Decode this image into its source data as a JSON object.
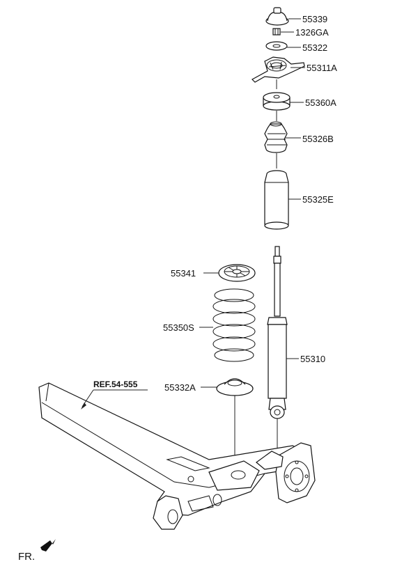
{
  "parts": [
    {
      "id": "p1",
      "number": "55339"
    },
    {
      "id": "p2",
      "number": "1326GA"
    },
    {
      "id": "p3",
      "number": "55322"
    },
    {
      "id": "p4",
      "number": "55311A"
    },
    {
      "id": "p5",
      "number": "55360A"
    },
    {
      "id": "p6",
      "number": "55326B"
    },
    {
      "id": "p7",
      "number": "55325E"
    },
    {
      "id": "p8",
      "number": "55341"
    },
    {
      "id": "p9",
      "number": "55350S"
    },
    {
      "id": "p10",
      "number": "55310"
    },
    {
      "id": "p11",
      "number": "55332A"
    }
  ],
  "reference": "REF.54-555",
  "direction": "FR."
}
